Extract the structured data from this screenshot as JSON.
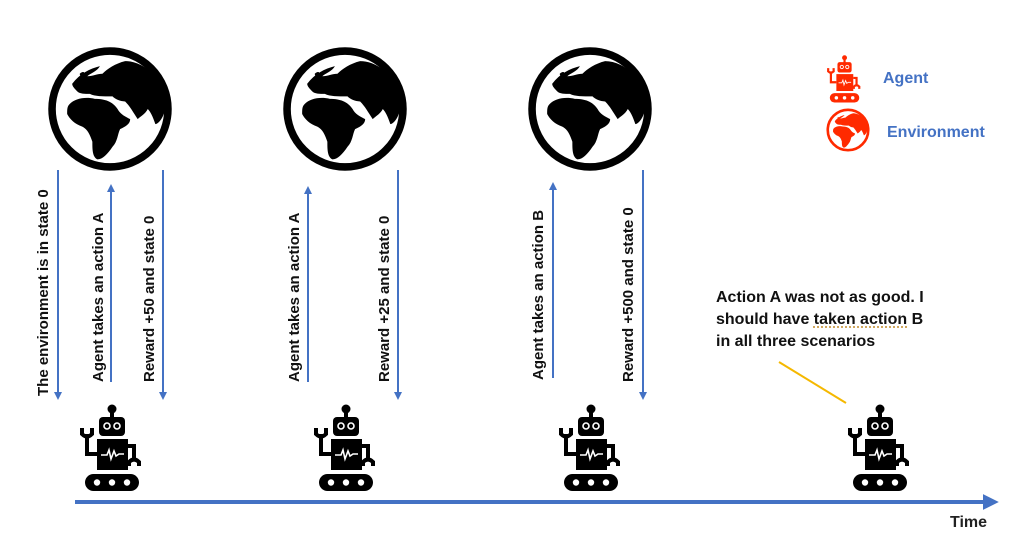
{
  "colors": {
    "arrow": "#4472c4",
    "timeline": "#4472c4",
    "legend_icon": "#ff2a00",
    "legend_text": "#4472c4",
    "callout_line": "#f5b800",
    "icon": "#000000"
  },
  "legend": {
    "agent": {
      "icon": "robot-icon",
      "label": "Agent"
    },
    "environment": {
      "icon": "globe-icon",
      "label": "Environment"
    }
  },
  "scenarios": [
    {
      "steps": [
        {
          "text": "The environment is in state 0",
          "direction": "down"
        },
        {
          "text": "Agent takes an action A",
          "direction": "up"
        },
        {
          "text": "Reward +50 and state 0",
          "direction": "down"
        }
      ]
    },
    {
      "steps": [
        {
          "text": "Agent takes an action A",
          "direction": "up"
        },
        {
          "text": "Reward +25 and state 0",
          "direction": "down"
        }
      ]
    },
    {
      "steps": [
        {
          "text": "Agent takes an action B",
          "direction": "up"
        },
        {
          "text": "Reward +500 and state 0",
          "direction": "down"
        }
      ]
    }
  ],
  "reflection": {
    "line1": "Action A was not as good. I",
    "line2_prefix": "should have ",
    "line2_underlined": "taken action",
    "line2_suffix": " B",
    "line3": "in all three scenarios"
  },
  "timeline": {
    "label": "Time"
  }
}
